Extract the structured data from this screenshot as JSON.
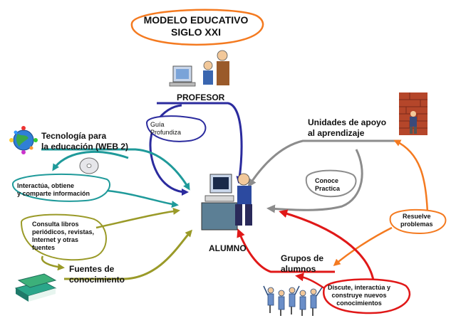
{
  "title": {
    "line1": "MODELO EDUCATIVO",
    "line2": "SIGLO XXI"
  },
  "nodes": {
    "profesor": "PROFESOR",
    "alumno": "ALUMNO",
    "tecnologia": {
      "line1": "Tecnología para",
      "line2": "la educación (WEB 2)"
    },
    "unidades": {
      "line1": "Unidades de apoyo",
      "line2": "al aprendizaje"
    },
    "grupos": {
      "line1": "Grupos de",
      "line2": "alumnos"
    },
    "fuentes": {
      "line1": "Fuentes de",
      "line2": "conocimiento"
    }
  },
  "links": {
    "guia": {
      "line1": "Guía",
      "line2": "Profundiza"
    },
    "interactua": {
      "line1": "Interactúa, obtiene",
      "line2": "y comparte información"
    },
    "consulta": {
      "line1": "Consulta libros",
      "line2": "periódicos, revistas,",
      "line3": "Internet y otras",
      "line4": "fuentes"
    },
    "conoce": {
      "line1": "Conoce",
      "line2": "Practica"
    },
    "resuelve": {
      "line1": "Resuelve",
      "line2": "problemas"
    },
    "discute": {
      "line1": "Discute, interactúa y",
      "line2": "construye nuevos",
      "line3": "conocimientos"
    }
  },
  "colors": {
    "title_oval": "#f47a20",
    "profesor_link": "#2b2b9e",
    "tecnologia_link": "#1f9a9a",
    "fuentes_link": "#9a9a28",
    "unidades_link": "#8c8c8c",
    "resuelve_link": "#f47a20",
    "grupos_link": "#e01818"
  },
  "icons": [
    "teacher-computer-icon",
    "student-computer-icon",
    "globe-icon",
    "cd-icon",
    "books-icon",
    "worker-brick-icon",
    "group-people-icon"
  ]
}
